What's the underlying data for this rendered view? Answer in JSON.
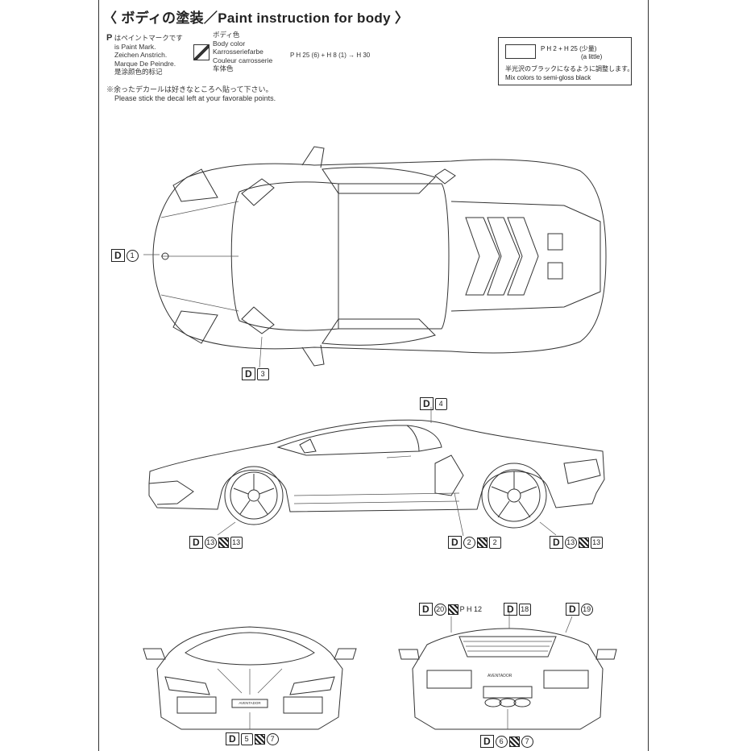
{
  "title": "〈 ボディの塗装／Paint instruction for body 〉",
  "paint_mark_legend": {
    "symbol": "P",
    "lines": [
      "はペイントマークです",
      "is Paint Mark.",
      "Zeichen Anstrich.",
      "Marque De Peindre.",
      "是涂颜色的标记"
    ]
  },
  "body_color_legend": {
    "lines": [
      "ボディ色",
      "Body color",
      "Karrosseriefarbe",
      "Couleur carrosserie",
      "车体色"
    ],
    "formula": "P H 25 (6) + H 8 (1) → H 30"
  },
  "mix_box": {
    "formula_line1": "P H 2 + H 25 (少量)",
    "formula_line2": "(a little)",
    "note_jp": "半光沢のブラックになるように調整します。",
    "note_en": "Mix colors to semi-gloss black"
  },
  "decal_note": {
    "jp": "※余ったデカールは好きなところへ貼って下さい。",
    "en": "Please stick the decal left at your favorable points."
  },
  "decals": {
    "d1": {
      "letter": "D",
      "num": "1"
    },
    "d3": {
      "letter": "D",
      "num": "3"
    },
    "d4": {
      "letter": "D",
      "num": "4"
    },
    "d13a": {
      "letter": "D",
      "num": "13",
      "num2": "13"
    },
    "d2": {
      "letter": "D",
      "num": "2",
      "num2": "2"
    },
    "d13b": {
      "letter": "D",
      "num": "13",
      "num2": "13"
    },
    "d5": {
      "letter": "D",
      "num": "5",
      "num2": "7"
    },
    "d20": {
      "letter": "D",
      "num": "20",
      "paint": "P H 12"
    },
    "d18": {
      "letter": "D",
      "num": "18"
    },
    "d19": {
      "letter": "D",
      "num": "19"
    },
    "d6": {
      "letter": "D",
      "num": "6",
      "num2": "7"
    }
  },
  "plate_text": "AVENTADOR"
}
